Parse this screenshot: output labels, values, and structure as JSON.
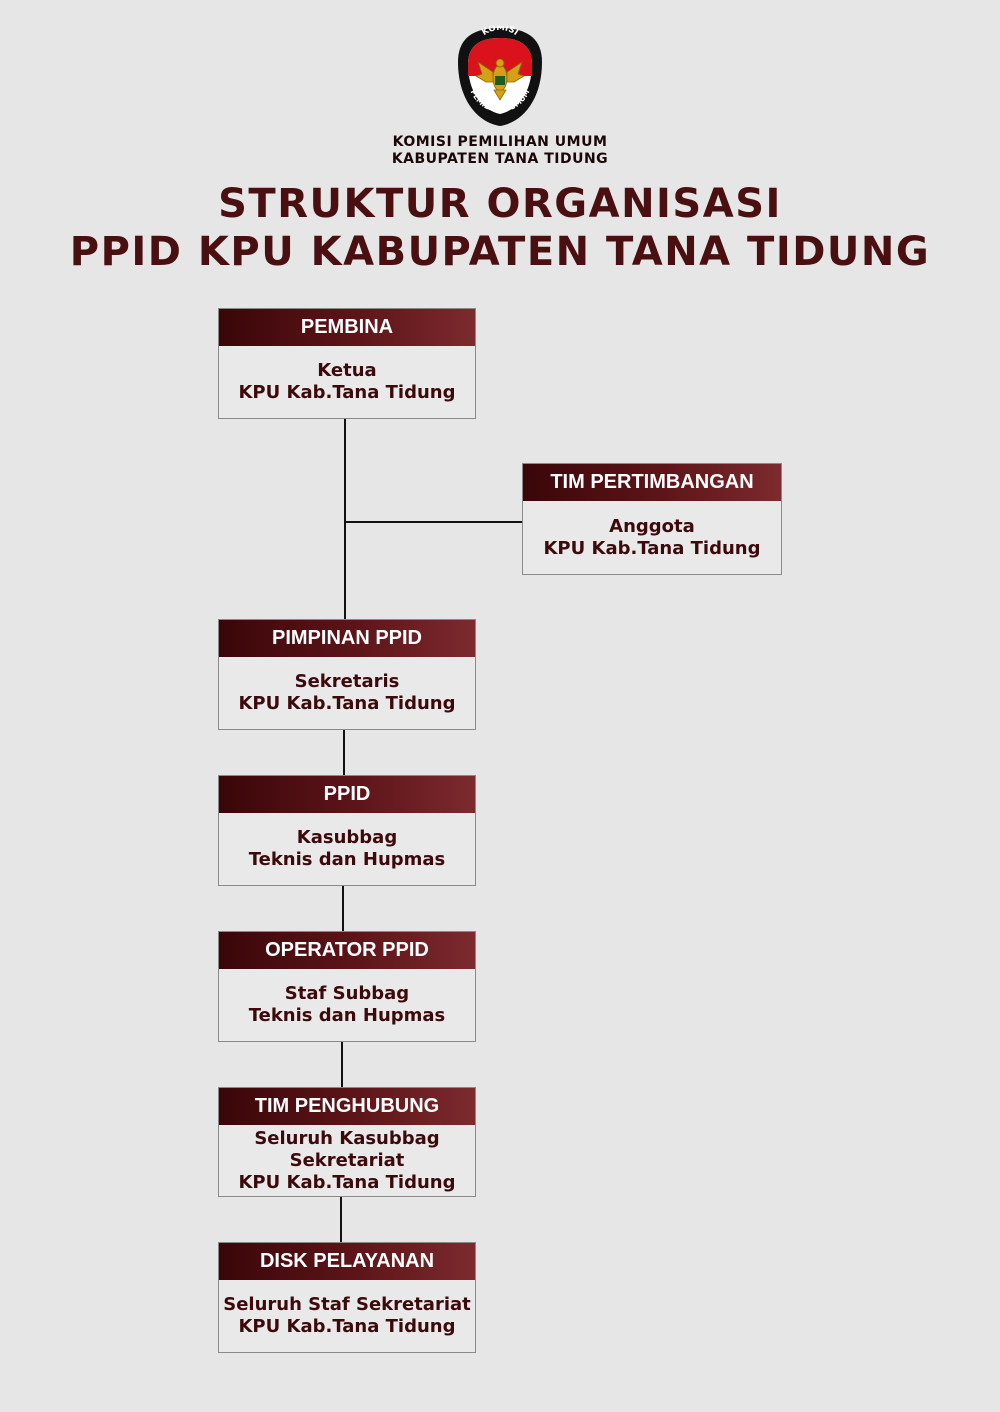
{
  "header": {
    "logo_text_top": "KOMISI",
    "logo_text_bottom": "PEMILIHAN UMUM",
    "org_line1": "KOMISI PEMILIHAN UMUM",
    "org_line2": "KABUPATEN TANA TIDUNG",
    "title_line1": "STRUKTUR ORGANISASI",
    "title_line2": "PPID KPU KABUPATEN TANA TIDUNG"
  },
  "colors": {
    "background": "#e6e6e6",
    "header_dark": "#3a0609",
    "header_light": "#7c2a2e",
    "body_text": "#3d0a0c",
    "title_text": "#4a0f10",
    "logo_red": "#d9121b"
  },
  "boxes": {
    "pembina": {
      "title": "PEMBINA",
      "lines": [
        "Ketua",
        "KPU Kab.Tana Tidung"
      ]
    },
    "tim_pertimbangan": {
      "title": "TIM PERTIMBANGAN",
      "lines": [
        "Anggota",
        "KPU Kab.Tana Tidung"
      ]
    },
    "pimpinan_ppid": {
      "title": "PIMPINAN PPID",
      "lines": [
        "Sekretaris",
        "KPU Kab.Tana Tidung"
      ]
    },
    "ppid": {
      "title": "PPID",
      "lines": [
        "Kasubbag",
        "Teknis dan Hupmas"
      ]
    },
    "operator_ppid": {
      "title": "OPERATOR PPID",
      "lines": [
        "Staf Subbag",
        "Teknis dan Hupmas"
      ]
    },
    "tim_penghubung": {
      "title": "TIM PENGHUBUNG",
      "lines": [
        "Seluruh Kasubbag",
        "Sekretariat",
        "KPU Kab.Tana Tidung"
      ]
    },
    "disk_pelayanan": {
      "title": "DISK PELAYANAN",
      "lines": [
        "Seluruh Staf Sekretariat",
        "KPU Kab.Tana Tidung"
      ]
    }
  }
}
